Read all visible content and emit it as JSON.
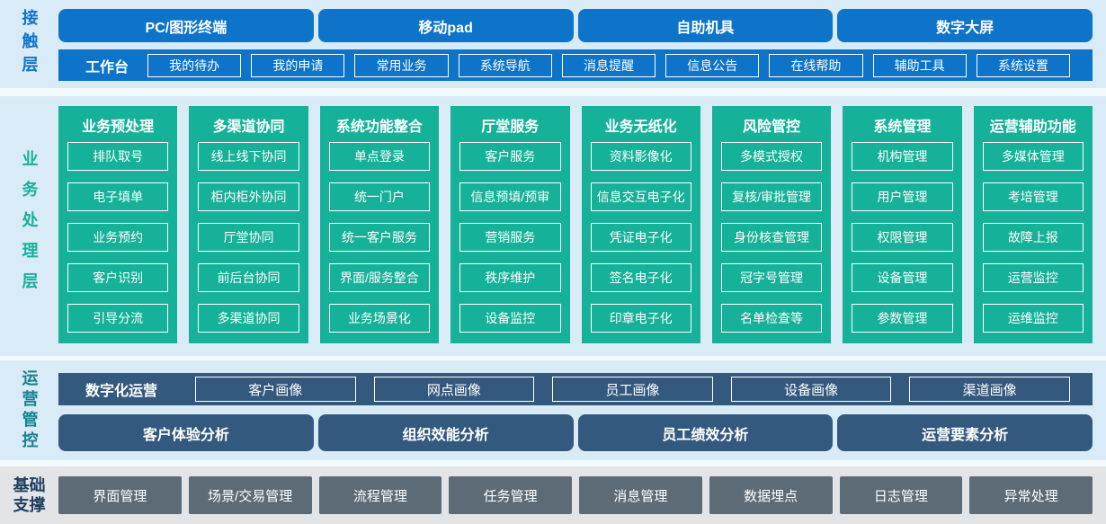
{
  "contact": {
    "label": "接触层",
    "terminals": [
      "PC/图形终端",
      "移动pad",
      "自助机具",
      "数字大屏"
    ],
    "workbench": {
      "label": "工作台",
      "items": [
        "我的待办",
        "我的申请",
        "常用业务",
        "系统导航",
        "消息提醒",
        "信息公告",
        "在线帮助",
        "辅助工具",
        "系统设置"
      ]
    }
  },
  "business": {
    "label": "业务处理层",
    "columns": [
      {
        "title": "业务预处理",
        "items": [
          "排队取号",
          "电子填单",
          "业务预约",
          "客户识别",
          "引导分流"
        ]
      },
      {
        "title": "多渠道协同",
        "items": [
          "线上线下协同",
          "柜内柜外协同",
          "厅堂协同",
          "前后台协同",
          "多渠道协同"
        ]
      },
      {
        "title": "系统功能整合",
        "items": [
          "单点登录",
          "统一门户",
          "统一客户服务",
          "界面/服务整合",
          "业务场景化"
        ]
      },
      {
        "title": "厅堂服务",
        "items": [
          "客户服务",
          "信息预填/预审",
          "营销服务",
          "秩序维护",
          "设备监控"
        ]
      },
      {
        "title": "业务无纸化",
        "items": [
          "资料影像化",
          "信息交互电子化",
          "凭证电子化",
          "签名电子化",
          "印章电子化"
        ]
      },
      {
        "title": "风险管控",
        "items": [
          "多模式授权",
          "复核/审批管理",
          "身份核查管理",
          "冠字号管理",
          "名单检查等"
        ]
      },
      {
        "title": "系统管理",
        "items": [
          "机构管理",
          "用户管理",
          "权限管理",
          "设备管理",
          "参数管理"
        ]
      },
      {
        "title": "运营辅助功能",
        "items": [
          "多媒体管理",
          "考培管理",
          "故障上报",
          "运营监控",
          "运维监控"
        ]
      }
    ]
  },
  "operations": {
    "label": "运营管控",
    "digital": {
      "label": "数字化运营",
      "items": [
        "客户画像",
        "网点画像",
        "员工画像",
        "设备画像",
        "渠道画像"
      ]
    },
    "analysis": [
      "客户体验分析",
      "组织效能分析",
      "员工绩效分析",
      "运营要素分析"
    ]
  },
  "foundation": {
    "label": "基础支撑",
    "items": [
      "界面管理",
      "场景/交易管理",
      "流程管理",
      "任务管理",
      "消息管理",
      "数据埋点",
      "日志管理",
      "异常处理"
    ]
  },
  "colors": {
    "accent_blue": "#0d74c9",
    "module_green": "#15b199",
    "slate_blue": "#34597e",
    "foundation_gray": "#5d6b76",
    "ops_label_teal": "#17808e",
    "foundation_label_navy": "#1d3e5e",
    "band_background": "#d8ebf7",
    "foundation_band_background": "#e3e4e6",
    "page_background": "#f2fafd"
  }
}
